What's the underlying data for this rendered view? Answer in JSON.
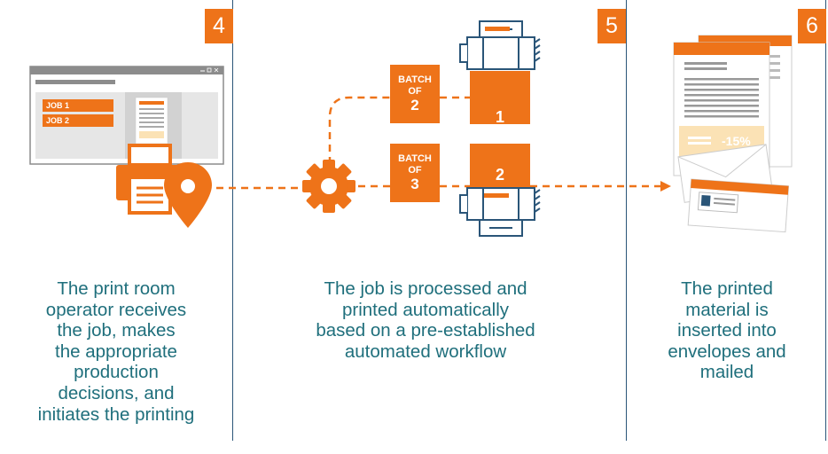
{
  "steps": [
    {
      "number": "4",
      "caption_lines": [
        "The print room",
        "operator receives",
        "the job, makes",
        "the appropriate",
        "production",
        "decisions, and",
        "initiates the printing"
      ]
    },
    {
      "number": "5",
      "caption_lines": [
        "The job is processed and",
        "printed automatically",
        "based on a pre-established",
        "automated workflow"
      ]
    },
    {
      "number": "6",
      "caption_lines": [
        "The printed",
        "material is",
        "inserted into",
        "envelopes and",
        "mailed"
      ]
    }
  ],
  "window": {
    "jobs": [
      "JOB 1",
      "JOB 2"
    ]
  },
  "batches": [
    {
      "label_top": "BATCH",
      "label_mid": "OF",
      "count": "2",
      "printer": "1"
    },
    {
      "label_top": "BATCH",
      "label_mid": "OF",
      "count": "3",
      "printer": "2"
    }
  ],
  "mail": {
    "discount": "-15%"
  },
  "colors": {
    "accent": "#ee7319",
    "ink": "#1f6f7c",
    "outline": "#2a5578",
    "gray": "#8c8c8c"
  }
}
